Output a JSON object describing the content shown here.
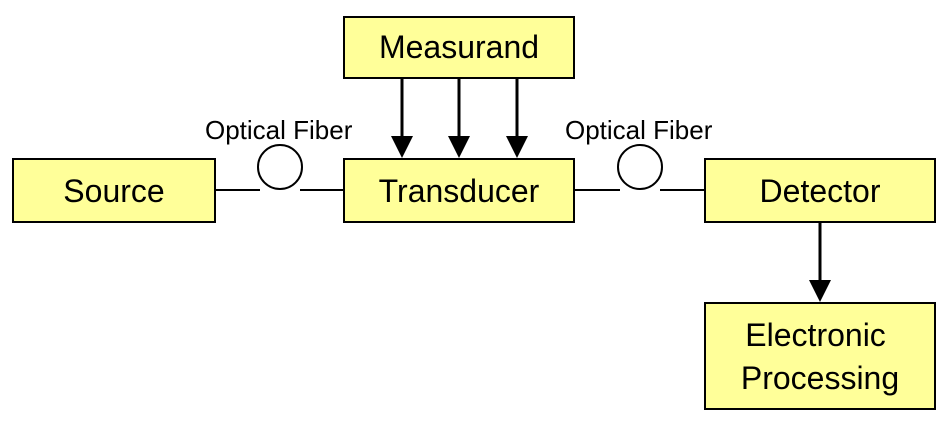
{
  "blocks": {
    "measurand": "Measurand",
    "source": "Source",
    "transducer": "Transducer",
    "detector": "Detector",
    "electronic_processing": [
      "Electronic",
      "Processing"
    ]
  },
  "fibers": {
    "left_label": "Optical Fiber",
    "right_label": "Optical Fiber"
  },
  "colors": {
    "block_fill": "#ffff99",
    "stroke": "#000000",
    "background": "#ffffff"
  }
}
